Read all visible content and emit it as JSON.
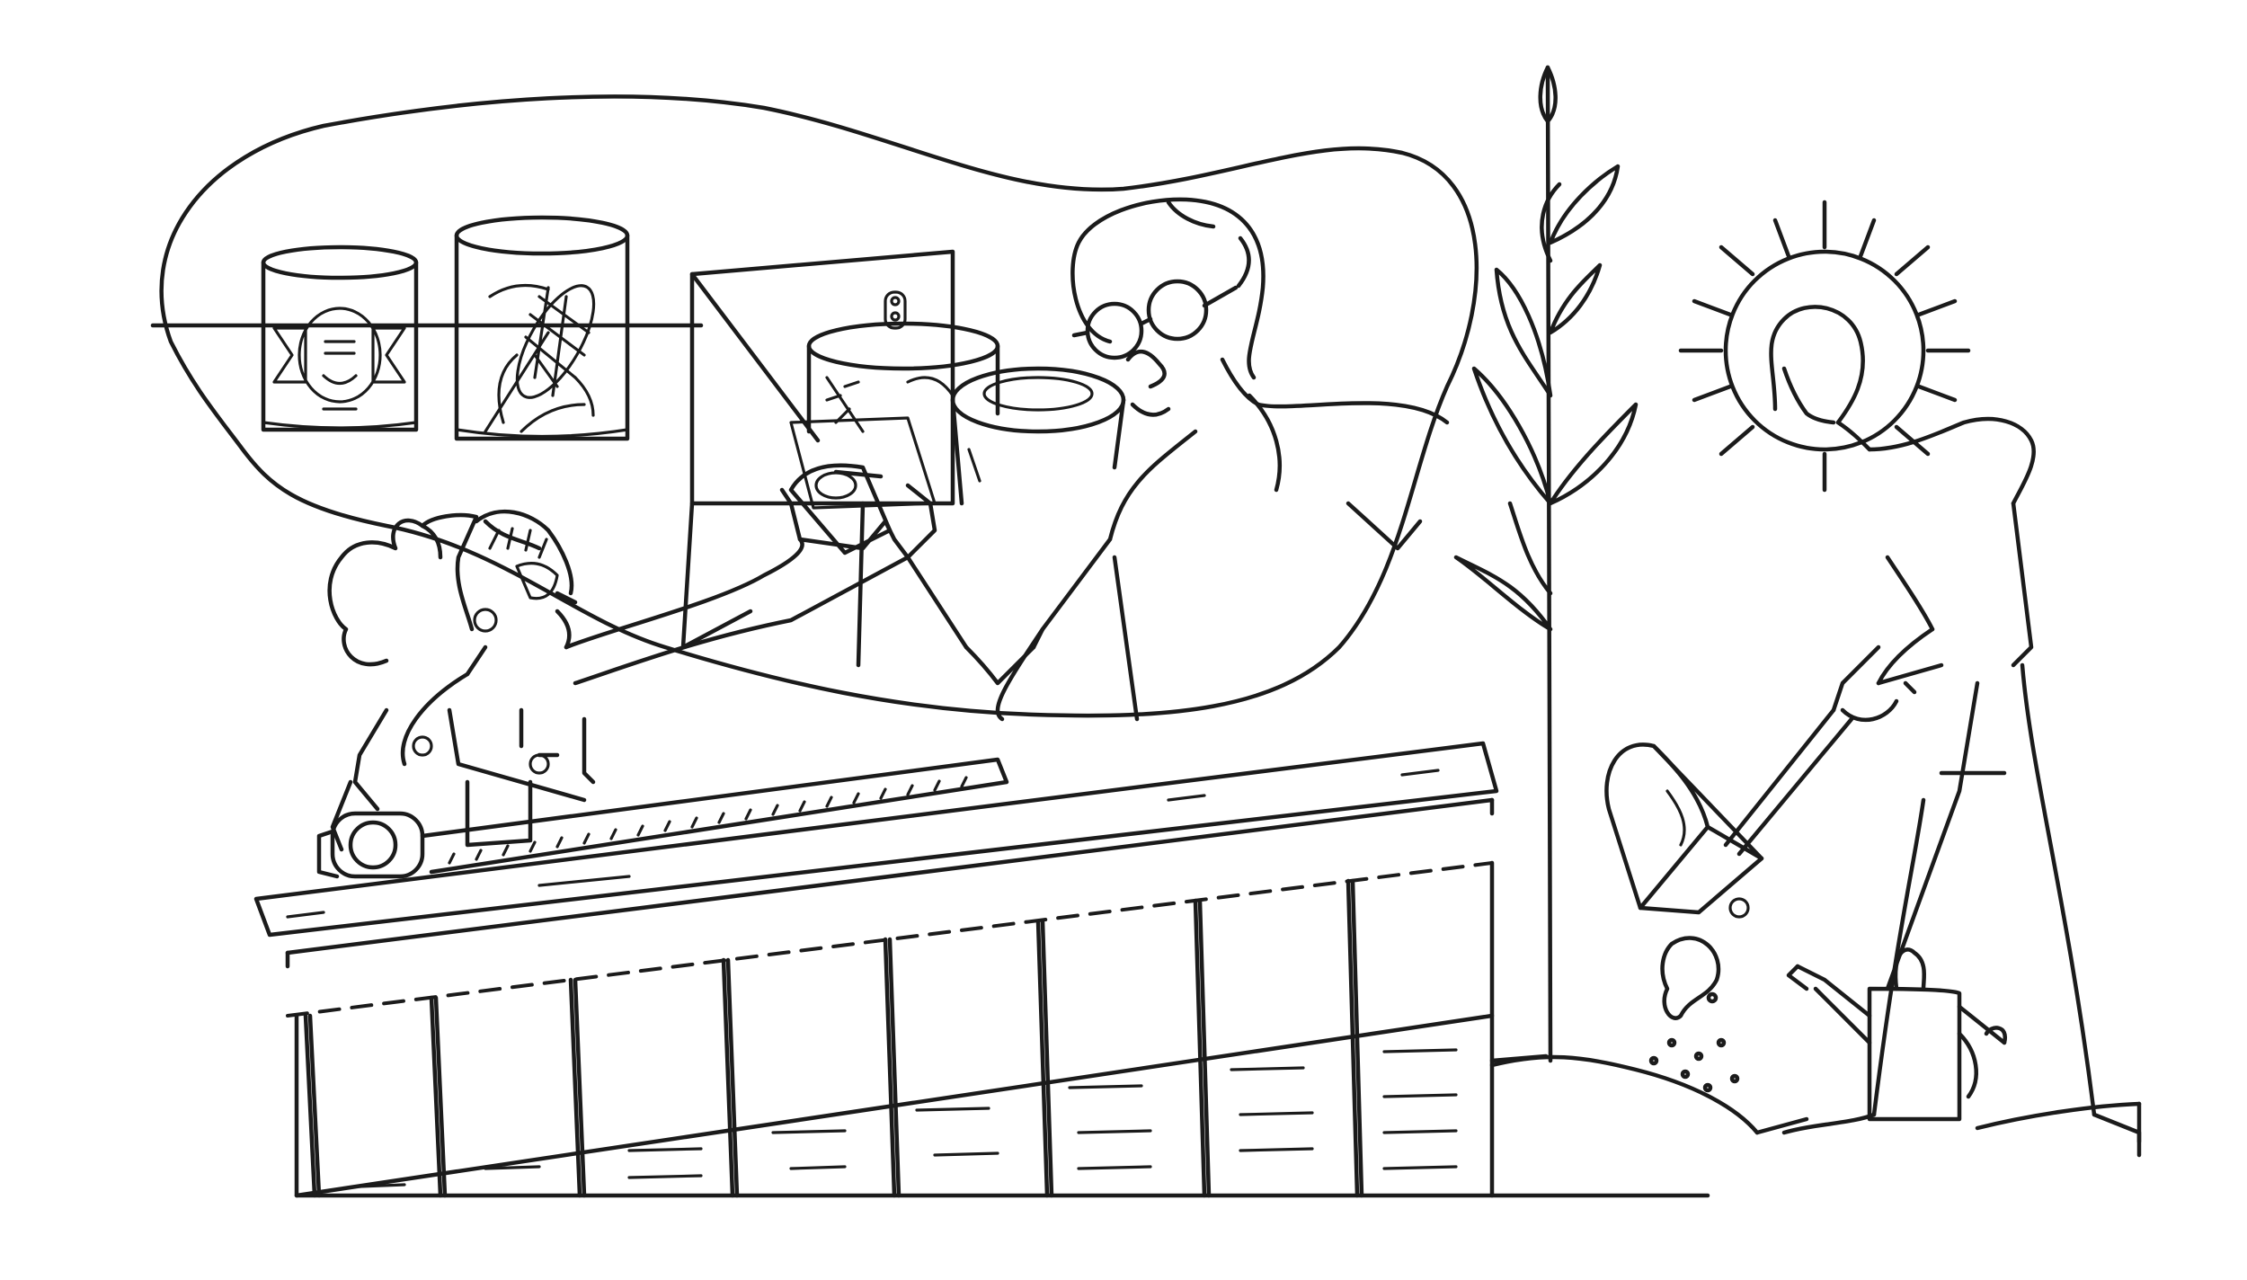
{
  "illustration": {
    "style": "black line drawing on white",
    "colors": {
      "ink": "#1b1b1b",
      "background": "#ffffff"
    },
    "scenes": [
      "thought-bubble-canned-food-handoff",
      "woman-measuring-raised-bed",
      "raised-garden-bed",
      "young-plant",
      "gardener-digging-with-shovel",
      "watering-can"
    ]
  }
}
